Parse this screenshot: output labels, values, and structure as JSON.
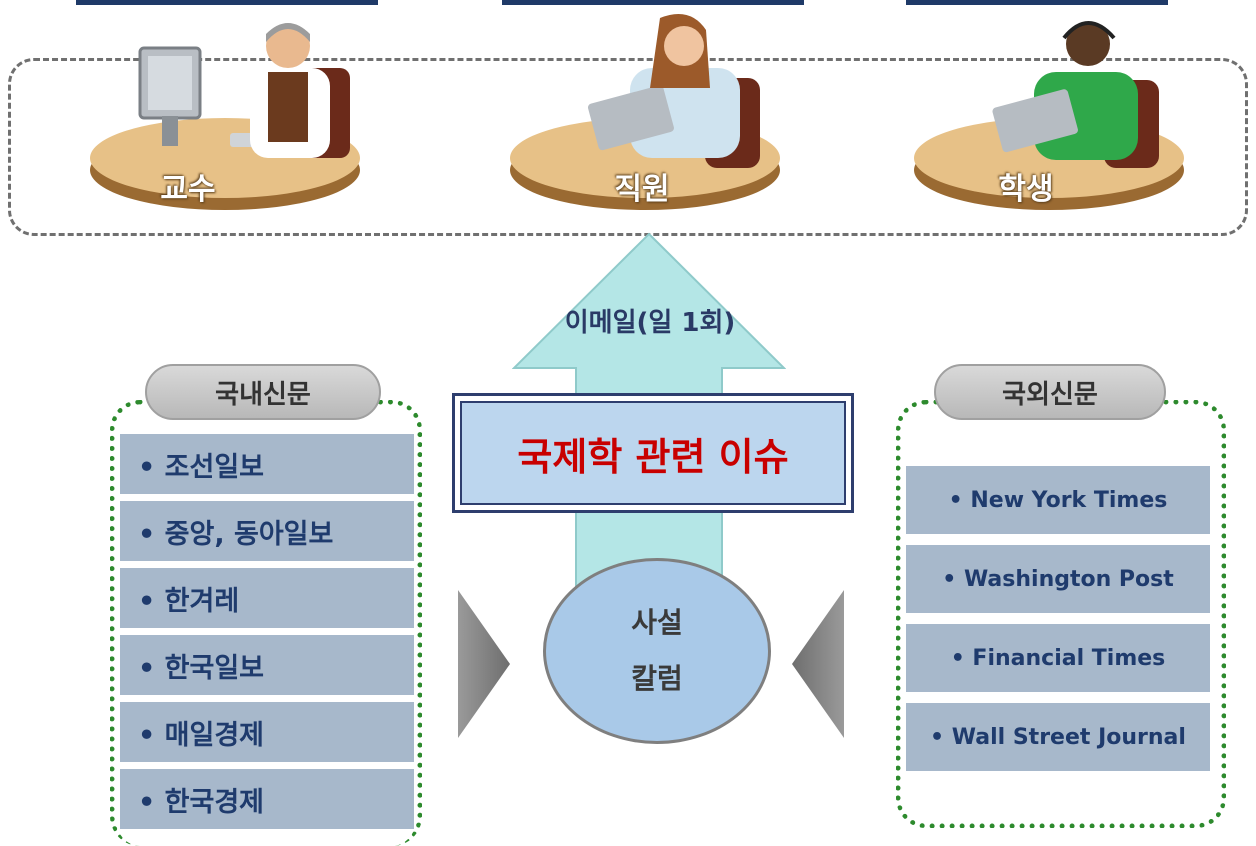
{
  "audience": [
    {
      "label": "교수"
    },
    {
      "label": "직원"
    },
    {
      "label": "학생"
    }
  ],
  "delivery_label": "이메일(일 1회)",
  "central_topic": "국제학 관련 이슈",
  "editorial": {
    "line1": "사설",
    "line2": "칼럼"
  },
  "domestic": {
    "title": "국내신문",
    "items": [
      "• 조선일보",
      "• 중앙, 동아일보",
      "• 한겨레",
      "• 한국일보",
      "• 매일경제",
      "• 한국경제"
    ]
  },
  "foreign": {
    "title": "국외신문",
    "items": [
      "• New York Times",
      "• Washington Post",
      "• Financial Times",
      "• Wall Street Journal"
    ]
  },
  "colors": {
    "topic_text": "#c80000",
    "item_bg": "#a7b8cb",
    "item_text": "#1f3b6d",
    "arrow_fill": "#b4e6e6",
    "panel_border": "#2d8a2d"
  }
}
